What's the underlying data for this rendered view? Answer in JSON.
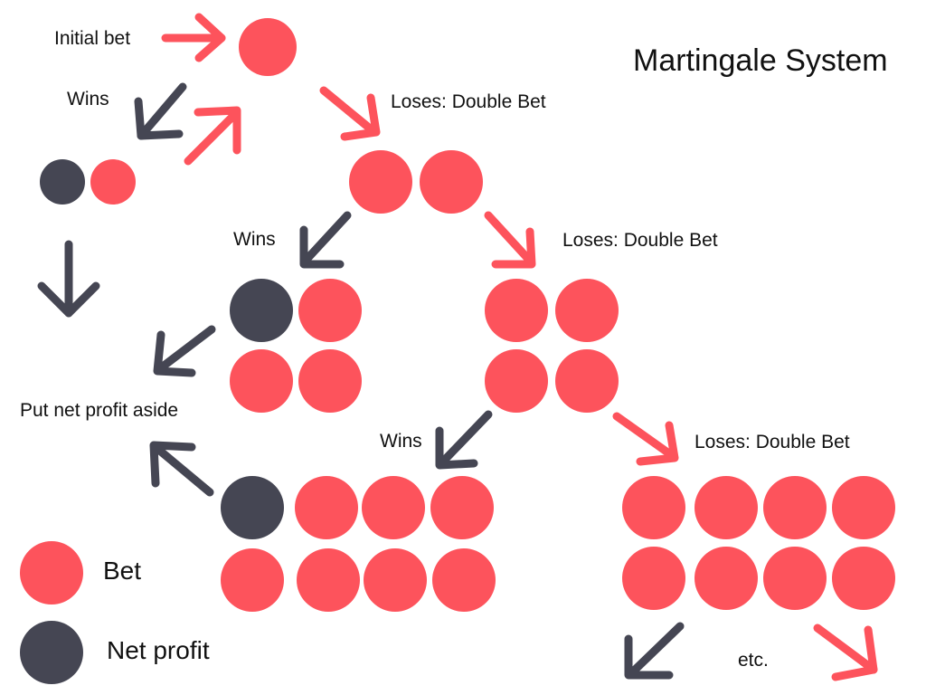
{
  "title": "Martingale System",
  "colors": {
    "bet": "#fd535c",
    "profit": "#454653",
    "text": "#111111",
    "background": "#ffffff"
  },
  "labels": {
    "initial_bet": "Initial bet",
    "wins_1": "Wins",
    "loses_1": "Loses: Double Bet",
    "wins_2": "Wins",
    "loses_2": "Loses: Double Bet",
    "put_aside": "Put net profit aside",
    "wins_3": "Wins",
    "loses_3": "Loses: Double Bet",
    "etc": "etc."
  },
  "legend": [
    {
      "label": "Bet",
      "color": "#fd535c"
    },
    {
      "label": "Net profit",
      "color": "#454653"
    }
  ],
  "stages": [
    {
      "bet_units": 1,
      "outcome": "initial"
    },
    {
      "bet_units": 2,
      "outcome": "loss doubles bet"
    },
    {
      "bet_units": 4,
      "outcome": "loss doubles bet"
    },
    {
      "bet_units": 8,
      "outcome": "loss doubles bet"
    }
  ]
}
